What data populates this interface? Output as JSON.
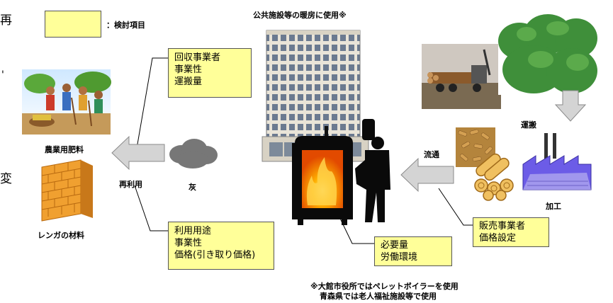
{
  "legend": {
    "label": "：検討項目"
  },
  "title": "公共施設等の暖房に使用※",
  "boxes": {
    "collection": [
      "回収事業者",
      "事業性",
      "運搬量"
    ],
    "usage": [
      "利用用途",
      "事業性",
      "価格(引き取り価格)"
    ],
    "requirement": [
      "必要量",
      "労働環境"
    ],
    "sales": [
      "販売事業者",
      "価格設定"
    ]
  },
  "labels": {
    "fertilizer": "農業用肥料",
    "brick": "レンガの材料",
    "reuse": "再利用",
    "ash": "灰",
    "distribution": "流通",
    "transport": "運搬",
    "processing": "加工"
  },
  "footnote": [
    "※大館市役所ではペレットボイラーを使用",
    "青森県では老人福祉施設等で使用"
  ],
  "margin_chars": [
    "再",
    "'",
    "変"
  ],
  "colors": {
    "highlight": "#ffff99",
    "arrow": "#cfcfcf",
    "brick": "#f0a030",
    "fire": "#ff7a00"
  }
}
